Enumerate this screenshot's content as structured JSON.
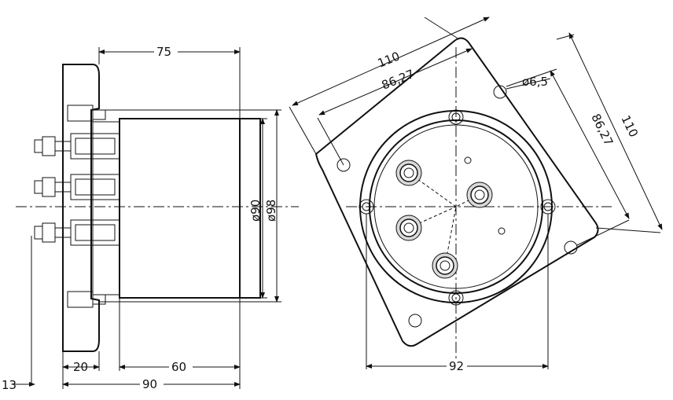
{
  "side_view": {
    "dim_75": "75",
    "dim_90": "90",
    "dim_20": "20",
    "dim_60": "60",
    "dim_13": "13",
    "dim_dia90": "ø90",
    "dim_dia98": "ø98"
  },
  "front_view": {
    "dim_110_top": "110",
    "dim_8627_top": "86,27",
    "dim_hole": "ø6,5",
    "dim_110_right": "110",
    "dim_8627_right": "86,27",
    "dim_92": "92"
  }
}
